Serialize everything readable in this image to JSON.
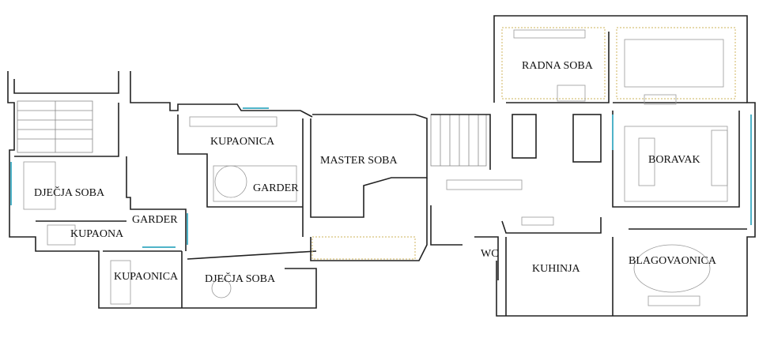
{
  "rooms": {
    "radna_soba": "RADNA SOBA",
    "kupaonica_top": "KUPAONICA",
    "master_soba": "MASTER SOBA",
    "boravak": "BORAVAK",
    "djecja_soba_left": "DJEČJA SOBA",
    "garder_master": "GARDER",
    "kupaona": "KUPAONA",
    "garder_left": "GARDER",
    "kupaonica_bottom": "KUPAONICA",
    "djecja_soba_bottom": "DJEČJA SOBA",
    "wc": "WC",
    "kuhinja": "KUHINJA",
    "blagovaonica": "BLAGOVAONICA"
  }
}
